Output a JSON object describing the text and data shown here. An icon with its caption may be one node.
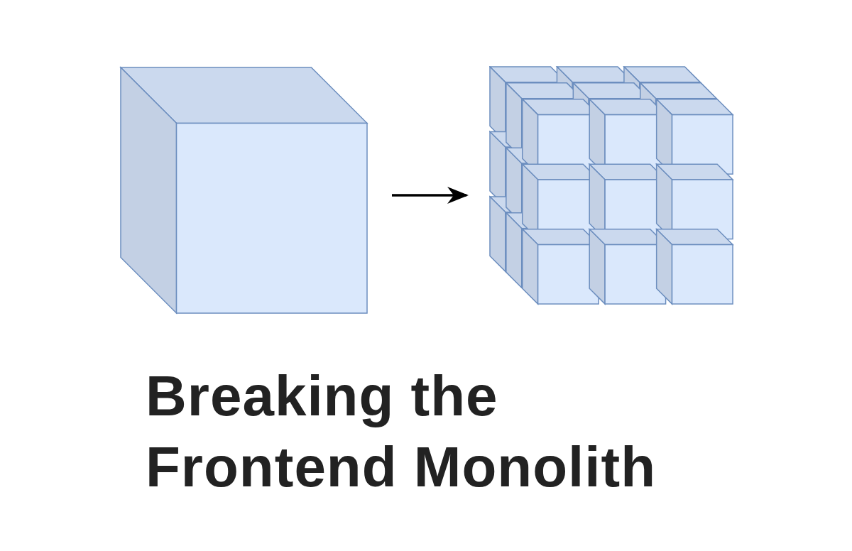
{
  "diagram": {
    "title": "Breaking the Frontend Monolith",
    "nodes": [
      {
        "text": [],
        "shape": "cube"
      },
      {
        "text": [],
        "shape": "picture"
      }
    ],
    "edges": [
      {
        "from": 0,
        "to": 1,
        "arrow": "to"
      }
    ]
  }
}
